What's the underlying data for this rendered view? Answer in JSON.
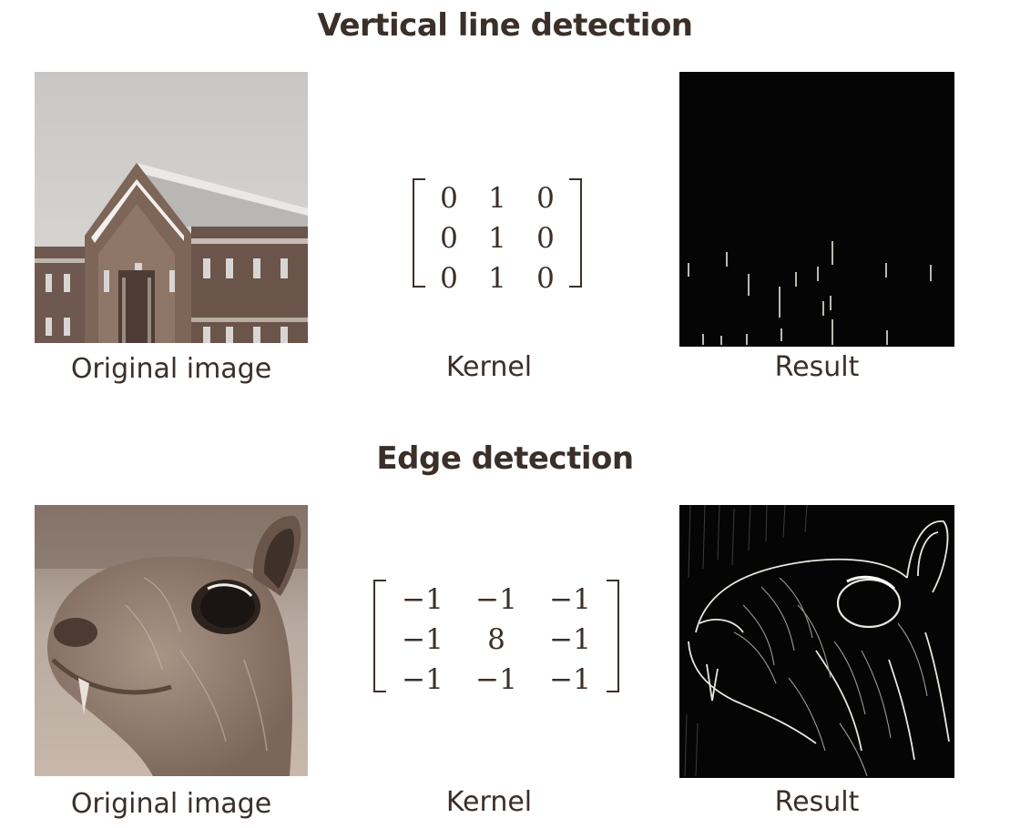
{
  "sections": [
    {
      "title": "Vertical line detection",
      "original_caption": "Original image",
      "kernel_caption": "Kernel",
      "result_caption": "Result",
      "kernel": [
        [
          "0",
          "1",
          "0"
        ],
        [
          "0",
          "1",
          "0"
        ],
        [
          "0",
          "1",
          "0"
        ]
      ],
      "original_image": "building-photo",
      "result_image": "vertical-lines-result"
    },
    {
      "title": "Edge detection",
      "original_caption": "Original image",
      "kernel_caption": "Kernel",
      "result_caption": "Result",
      "kernel": [
        [
          "−1",
          "−1",
          "−1"
        ],
        [
          "−1",
          "8",
          "−1"
        ],
        [
          "−1",
          "−1",
          "−1"
        ]
      ],
      "original_image": "squirrel-photo",
      "result_image": "edge-detection-result"
    }
  ],
  "colors": {
    "text": "#3b2f29",
    "result_bg": "#050505",
    "edge": "#e8e8e0"
  }
}
